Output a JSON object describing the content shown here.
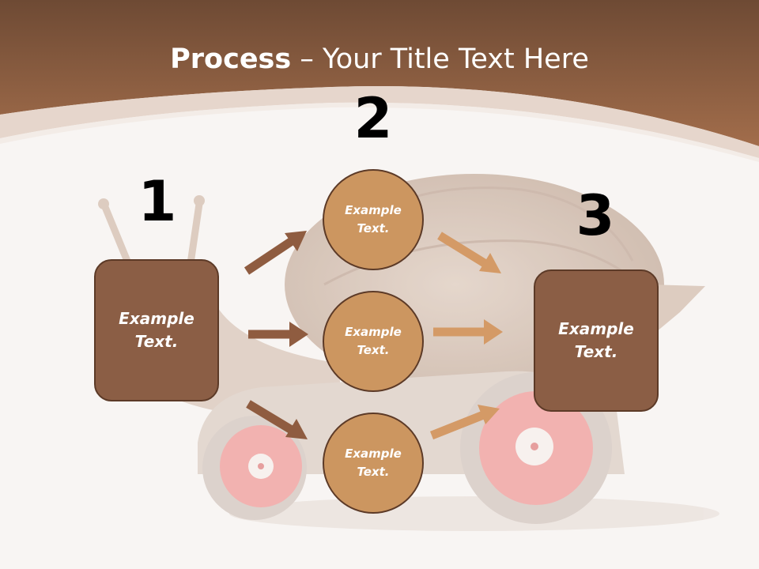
{
  "title": {
    "bold": "Process",
    "rest": " – Your Title Text Here"
  },
  "numbers": [
    "1",
    "2",
    "3"
  ],
  "step1": {
    "line1": "Example",
    "line2": "Text."
  },
  "step2": [
    {
      "line1": "Example",
      "line2": "Text."
    },
    {
      "line1": "Example",
      "line2": "Text."
    },
    {
      "line1": "Example",
      "line2": "Text."
    }
  ],
  "step3": {
    "line1": "Example",
    "line2": "Text."
  },
  "colors": {
    "header": "#8a5a3f",
    "box_fill": "#8b5e45",
    "circle_fill": "#cc9660",
    "arrow_dark": "#8f5c40",
    "arrow_light": "#d49a66",
    "outline": "#5c3a27"
  }
}
